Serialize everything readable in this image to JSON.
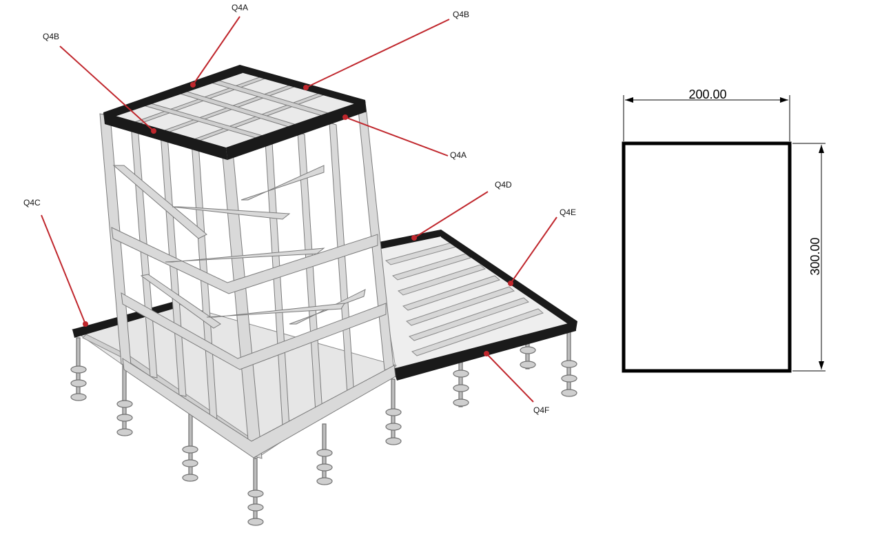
{
  "callouts": [
    {
      "id": "top-front-beam",
      "label": "Q4A"
    },
    {
      "id": "top-left-beam",
      "label": "Q4B"
    },
    {
      "id": "top-right-beam",
      "label": "Q4B"
    },
    {
      "id": "top-right-front-beam",
      "label": "Q4A"
    },
    {
      "id": "left-deck-edge",
      "label": "Q4C"
    },
    {
      "id": "right-deck-back",
      "label": "Q4D"
    },
    {
      "id": "right-deck-side",
      "label": "Q4E"
    },
    {
      "id": "right-deck-front",
      "label": "Q4F"
    }
  ],
  "section": {
    "width_label": "200.00",
    "height_label": "300.00"
  },
  "colors": {
    "callout_line": "#c0272d",
    "callout_dot": "#c0272d",
    "member_fill": "#d9d9d9",
    "member_stroke": "#7a7a7a",
    "highlight_beam": "#1a1a1a",
    "section_outline": "#000000"
  }
}
